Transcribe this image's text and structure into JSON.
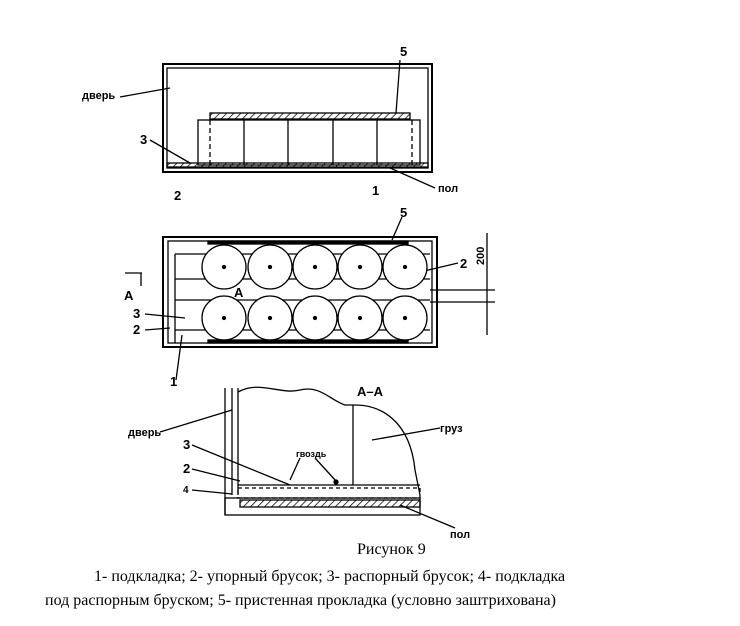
{
  "figure": {
    "top_view": {
      "door": "дверь",
      "floor": "пол",
      "n5": "5",
      "n3": "3",
      "n2": "2",
      "n1": "1"
    },
    "plan_view": {
      "n5": "5",
      "n3": "3",
      "n2": "2",
      "n1": "1",
      "n2r": "2",
      "section_mark": "A",
      "section_mark2": "A",
      "dimension": "200"
    },
    "section_view": {
      "title": "A–A",
      "door": "дверь",
      "cargo": "груз",
      "nail": "гвоздь",
      "floor": "пол",
      "n3": "3",
      "n2": "2",
      "n4": "4"
    }
  },
  "caption": {
    "title": "Рисунок 9",
    "line1": "1- подкладка; 2- упорный брусок; 3- распорный брусок; 4- подкладка",
    "line2": "под распорным бруском; 5- пристенная прокладка (условно заштрихована)"
  }
}
